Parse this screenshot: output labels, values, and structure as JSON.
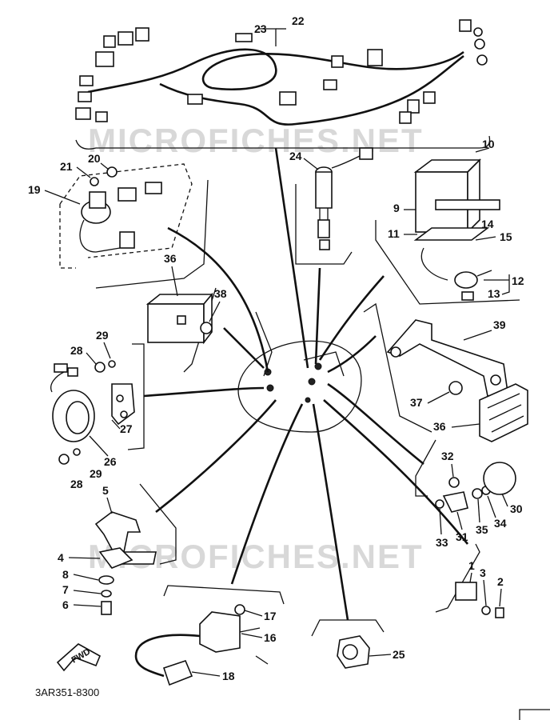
{
  "diagram": {
    "part_code": "3AR351-8300",
    "direction_label": "FWD",
    "watermarks": [
      "MICROFICHES.NET",
      "MICROFICHES.NET"
    ]
  },
  "callouts": [
    {
      "id": "c22",
      "label": "22"
    },
    {
      "id": "c23",
      "label": "23"
    },
    {
      "id": "c20",
      "label": "20"
    },
    {
      "id": "c21",
      "label": "21"
    },
    {
      "id": "c19",
      "label": "19"
    },
    {
      "id": "c24",
      "label": "24"
    },
    {
      "id": "c10",
      "label": "10"
    },
    {
      "id": "c9",
      "label": "9"
    },
    {
      "id": "c14",
      "label": "14"
    },
    {
      "id": "c11",
      "label": "11"
    },
    {
      "id": "c15",
      "label": "15"
    },
    {
      "id": "c12",
      "label": "12"
    },
    {
      "id": "c13",
      "label": "13"
    },
    {
      "id": "c36a",
      "label": "36"
    },
    {
      "id": "c38",
      "label": "38"
    },
    {
      "id": "c39",
      "label": "39"
    },
    {
      "id": "c29a",
      "label": "29"
    },
    {
      "id": "c28a",
      "label": "28"
    },
    {
      "id": "c27",
      "label": "27"
    },
    {
      "id": "c26",
      "label": "26"
    },
    {
      "id": "c28b",
      "label": "28"
    },
    {
      "id": "c29b",
      "label": "29"
    },
    {
      "id": "c37",
      "label": "37"
    },
    {
      "id": "c36b",
      "label": "36"
    },
    {
      "id": "c32",
      "label": "32"
    },
    {
      "id": "c30",
      "label": "30"
    },
    {
      "id": "c34",
      "label": "34"
    },
    {
      "id": "c35",
      "label": "35"
    },
    {
      "id": "c31",
      "label": "31"
    },
    {
      "id": "c33",
      "label": "33"
    },
    {
      "id": "c5",
      "label": "5"
    },
    {
      "id": "c4",
      "label": "4"
    },
    {
      "id": "c8",
      "label": "8"
    },
    {
      "id": "c7",
      "label": "7"
    },
    {
      "id": "c6",
      "label": "6"
    },
    {
      "id": "c1",
      "label": "1"
    },
    {
      "id": "c3",
      "label": "3"
    },
    {
      "id": "c2",
      "label": "2"
    },
    {
      "id": "c17",
      "label": "17"
    },
    {
      "id": "c16",
      "label": "16"
    },
    {
      "id": "c18",
      "label": "18"
    },
    {
      "id": "c25",
      "label": "25"
    }
  ]
}
